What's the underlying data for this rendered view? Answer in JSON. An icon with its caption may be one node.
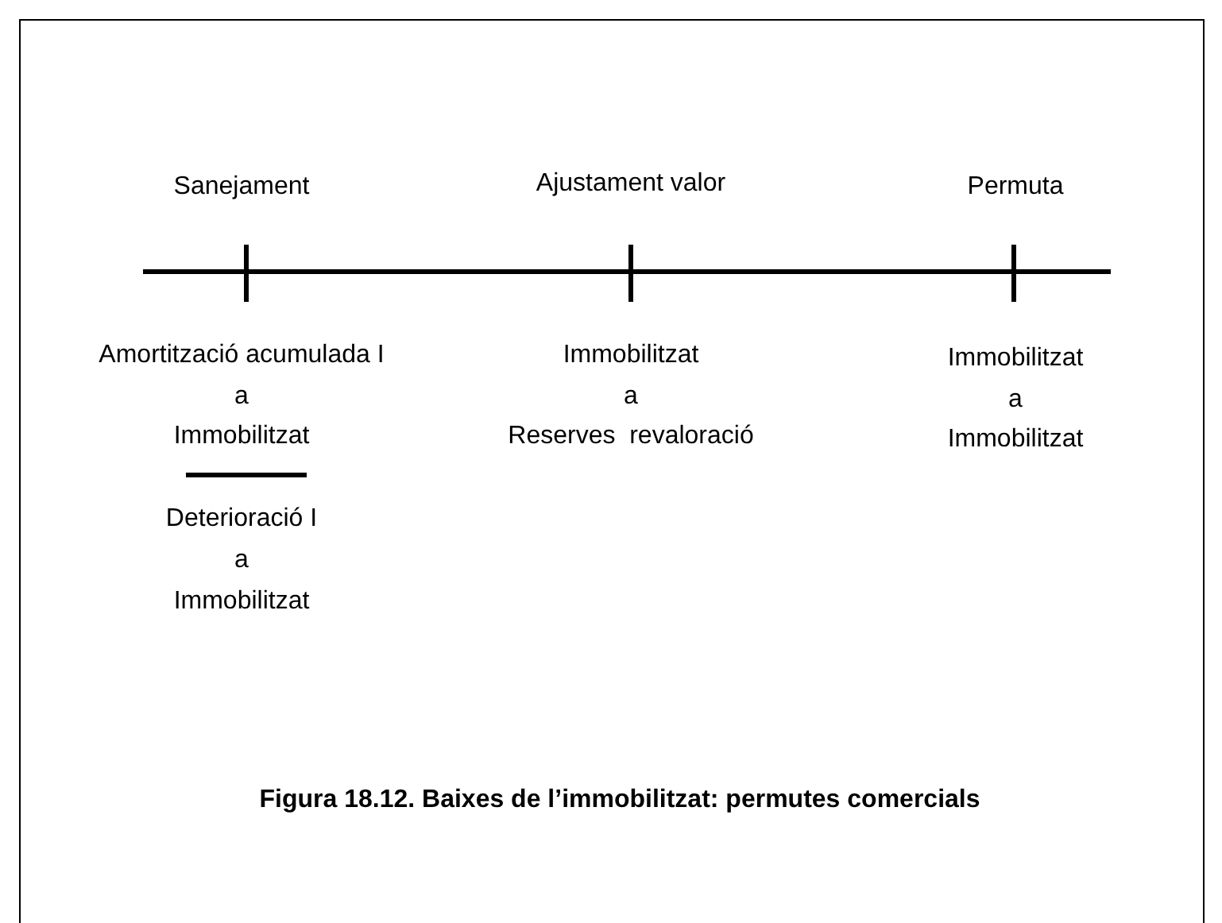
{
  "diagram": {
    "caption": "Figura 18.12. Baixes de l’immobilitzat: permutes comercials",
    "labels": [
      "Sanejament",
      "Ajustament valor",
      "Permuta",
      "Amortització acumulada I",
      "a",
      "Immobilitzat",
      "Deterioració I",
      "a",
      "Immobilitzat",
      "Immobilitzat",
      "a",
      "Reserves  revaloració",
      "Immobilitzat",
      "a",
      "Immobilitzat"
    ]
  }
}
